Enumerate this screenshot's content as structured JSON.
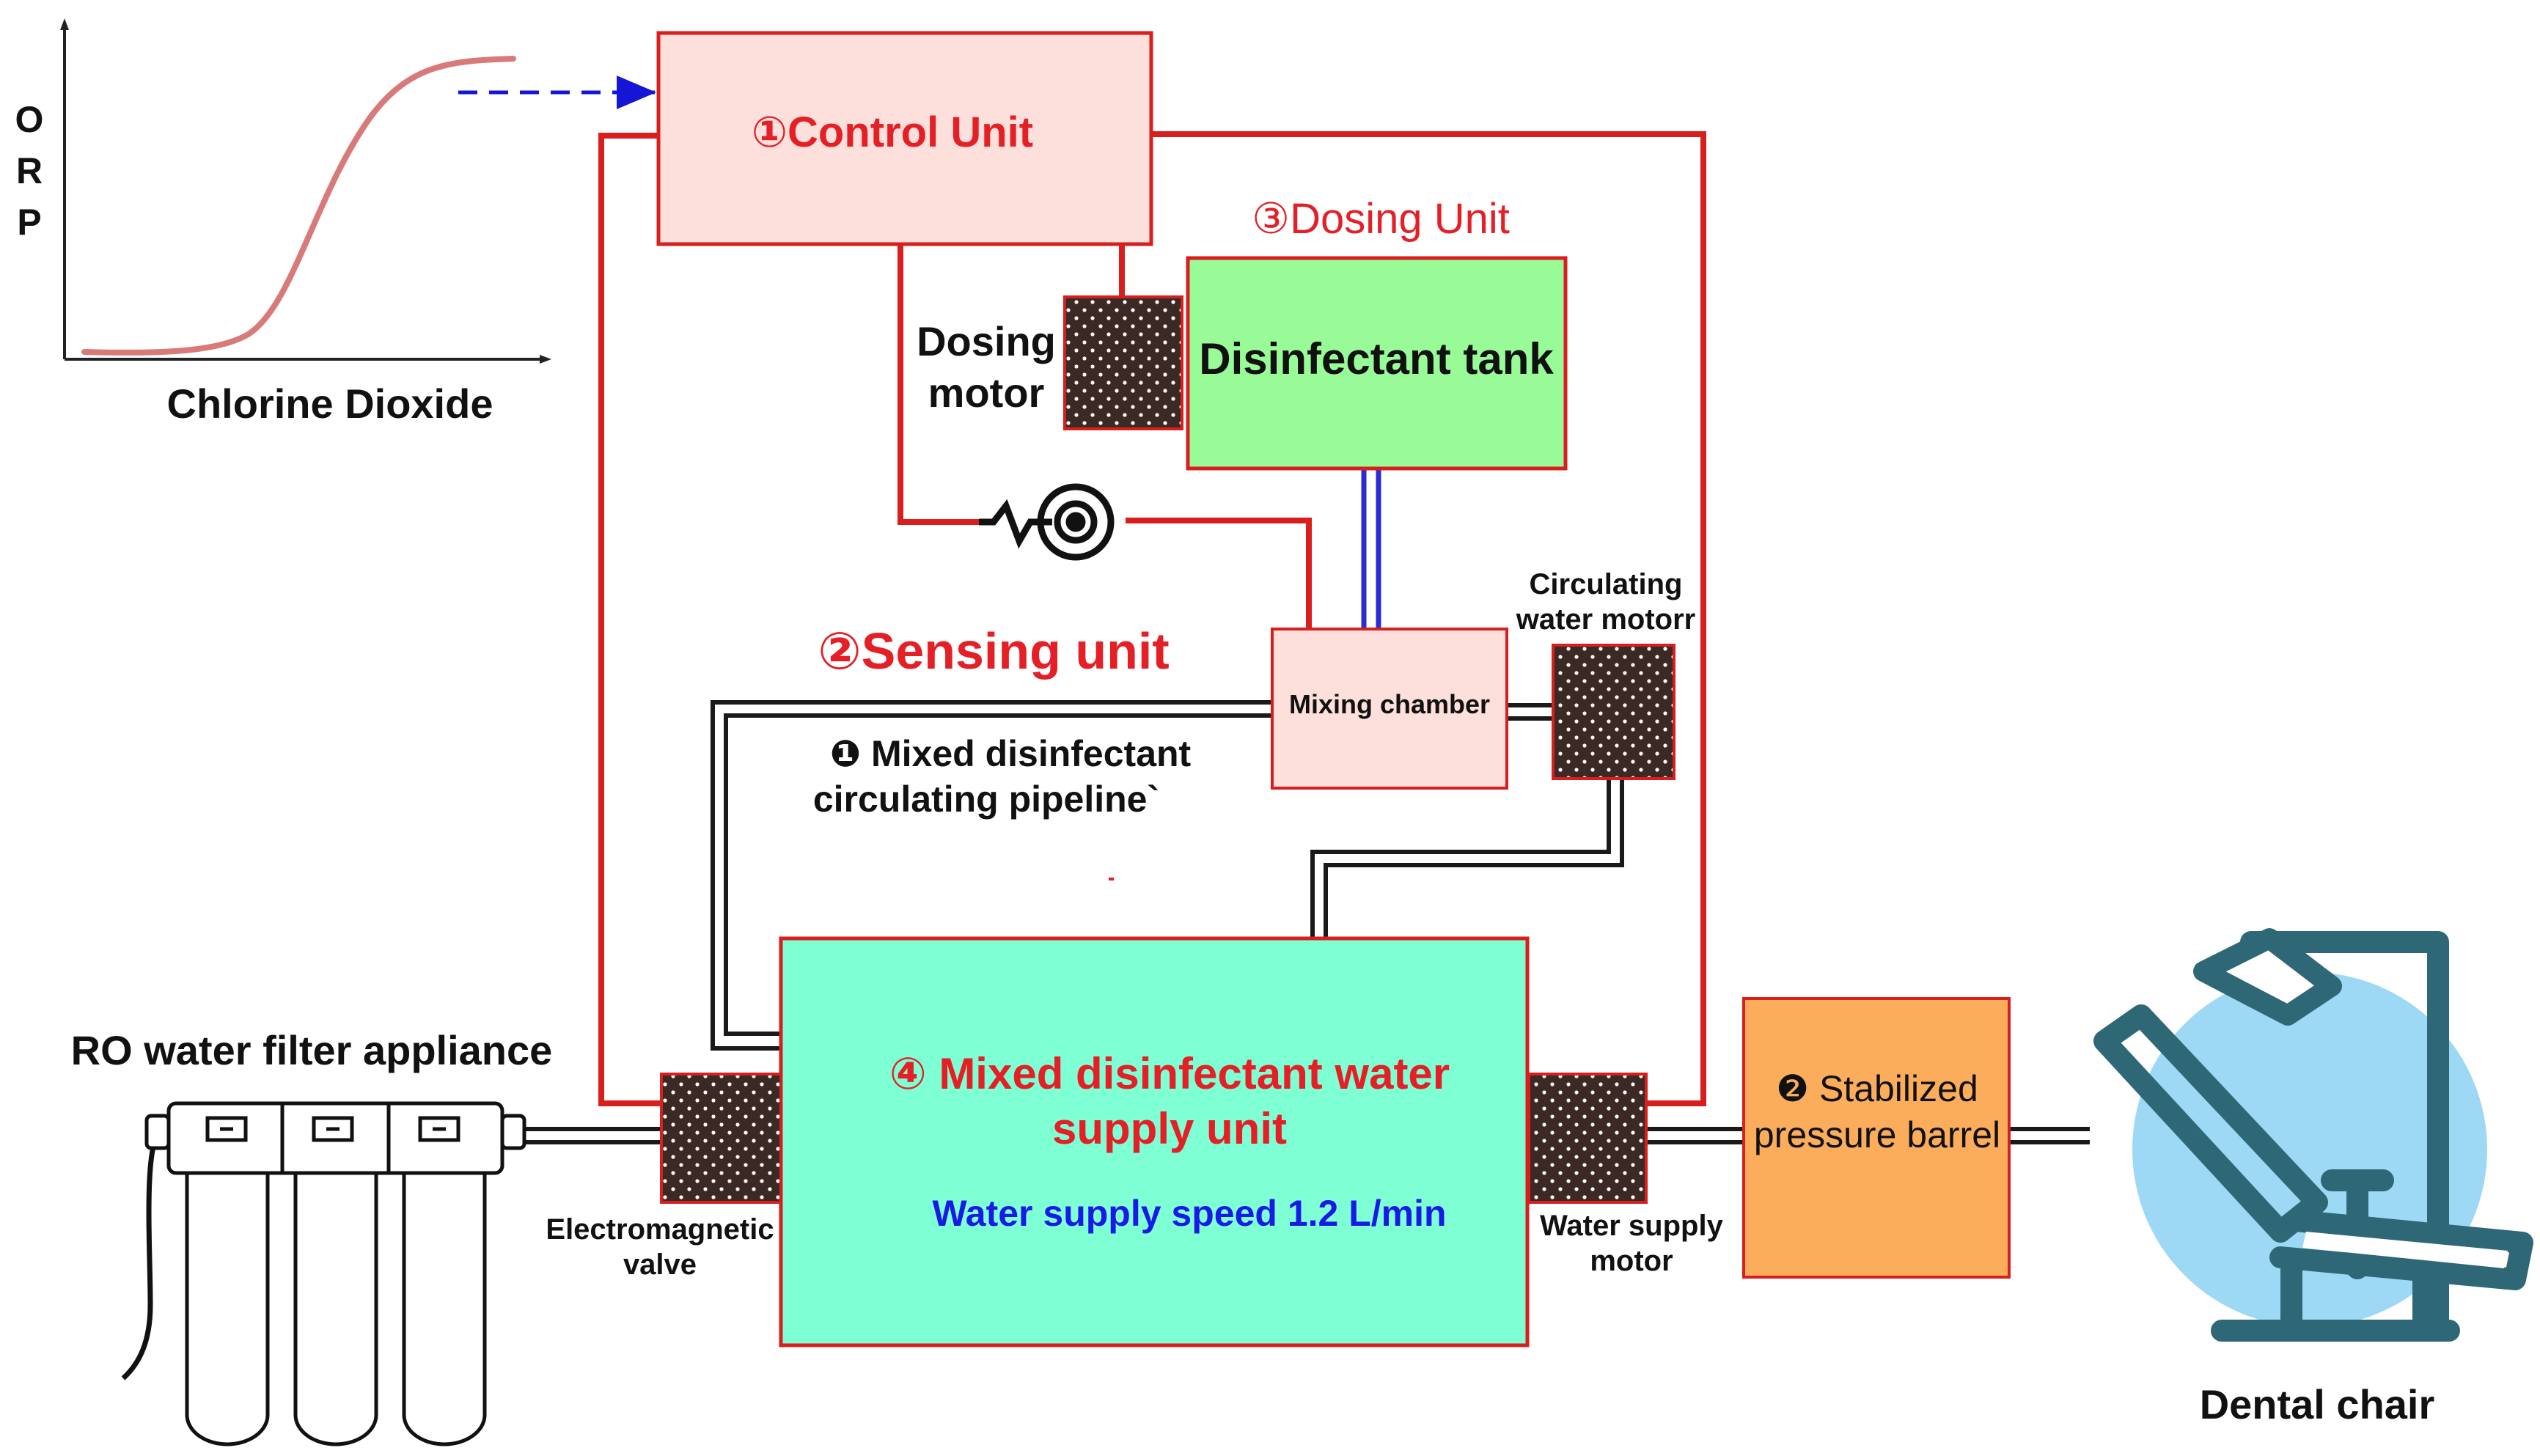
{
  "orp_chart": {
    "y_axis_letters": [
      "O",
      "R",
      "P"
    ],
    "x_axis_label": "Chlorine Dioxide"
  },
  "units": {
    "control": {
      "label": "①Control Unit",
      "fill": "#fde0dc",
      "text_color": "#e41f26"
    },
    "sensing": {
      "label": "②Sensing unit",
      "text_color": "#e41f26"
    },
    "dosing": {
      "label": "③Dosing Unit",
      "text_color": "#e41f26"
    },
    "supply": {
      "label_line1": "④ Mixed disinfectant water",
      "label_line2": "supply unit",
      "speed": "Water supply speed 1.2 L/min",
      "fill": "#7fffd4",
      "text_color": "#e41f26",
      "speed_color": "#1a1ae6"
    }
  },
  "components": {
    "dosing_motor": [
      "Dosing",
      "motor"
    ],
    "disinfectant_tank": {
      "label": "Disinfectant tank",
      "fill": "#98fb98"
    },
    "mixing_chamber": {
      "label": "Mixing chamber",
      "fill": "#fde0dc"
    },
    "circulating_motor": [
      "Circulating",
      "water motorr"
    ],
    "pipeline": [
      "❶ Mixed disinfectant",
      "circulating pipeline`"
    ],
    "ro_filter": "RO water filter appliance",
    "em_valve": [
      "Electromagnetic",
      "valve"
    ],
    "supply_motor": [
      "Water supply",
      "motor"
    ],
    "pressure_barrel": {
      "line1": "❷ Stabilized",
      "line2": "pressure barrel",
      "fill": "#fbad5c"
    },
    "dental_chair": "Dental chair"
  },
  "colors": {
    "signal_line": "#d91e1e",
    "dosing_pipe": "#2b2bd6",
    "water_pipe": "#1a1a1a",
    "orp_curve": "#d97a7a",
    "feedback_arrow": "#1515d6",
    "chair_body": "#2e6876",
    "chair_backdrop": "#9dd9f5"
  }
}
